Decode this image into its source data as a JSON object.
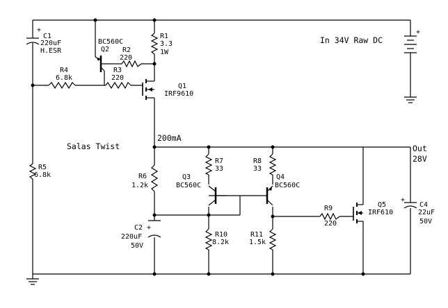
{
  "schematic": {
    "title": "Salas Twist",
    "supply_label": "In 34V Raw DC",
    "current_label": "200mA",
    "output": {
      "label": "Out",
      "voltage": "28V"
    },
    "components": {
      "C1": {
        "ref": "C1",
        "value": "220uF",
        "note": "H.ESR"
      },
      "C2": {
        "ref": "C2",
        "value": "220uF",
        "rating": "50V"
      },
      "C4": {
        "ref": "C4",
        "value": "22uF",
        "rating": "50V"
      },
      "R1": {
        "ref": "R1",
        "value": "3.3",
        "rating": "1W"
      },
      "R2": {
        "ref": "R2",
        "value": "220"
      },
      "R3": {
        "ref": "R3",
        "value": "220"
      },
      "R4": {
        "ref": "R4",
        "value": "6.8k"
      },
      "R5": {
        "ref": "R5",
        "value": "6.8k"
      },
      "R6": {
        "ref": "R6",
        "value": "1.2k"
      },
      "R7": {
        "ref": "R7",
        "value": "33"
      },
      "R8": {
        "ref": "R8",
        "value": "33"
      },
      "R9": {
        "ref": "R9",
        "value": "220"
      },
      "R10": {
        "ref": "R10",
        "value": "8.2k"
      },
      "R11": {
        "ref": "R11",
        "value": "1.5k"
      },
      "Q1": {
        "ref": "Q1",
        "part": "IRF9610"
      },
      "Q2": {
        "ref": "Q2",
        "part": "BC560C"
      },
      "Q3": {
        "ref": "Q3",
        "part": "BC560C"
      },
      "Q4": {
        "ref": "Q4",
        "part": "BC560C"
      },
      "Q5": {
        "ref": "Q5",
        "part": "IRF610"
      }
    }
  }
}
